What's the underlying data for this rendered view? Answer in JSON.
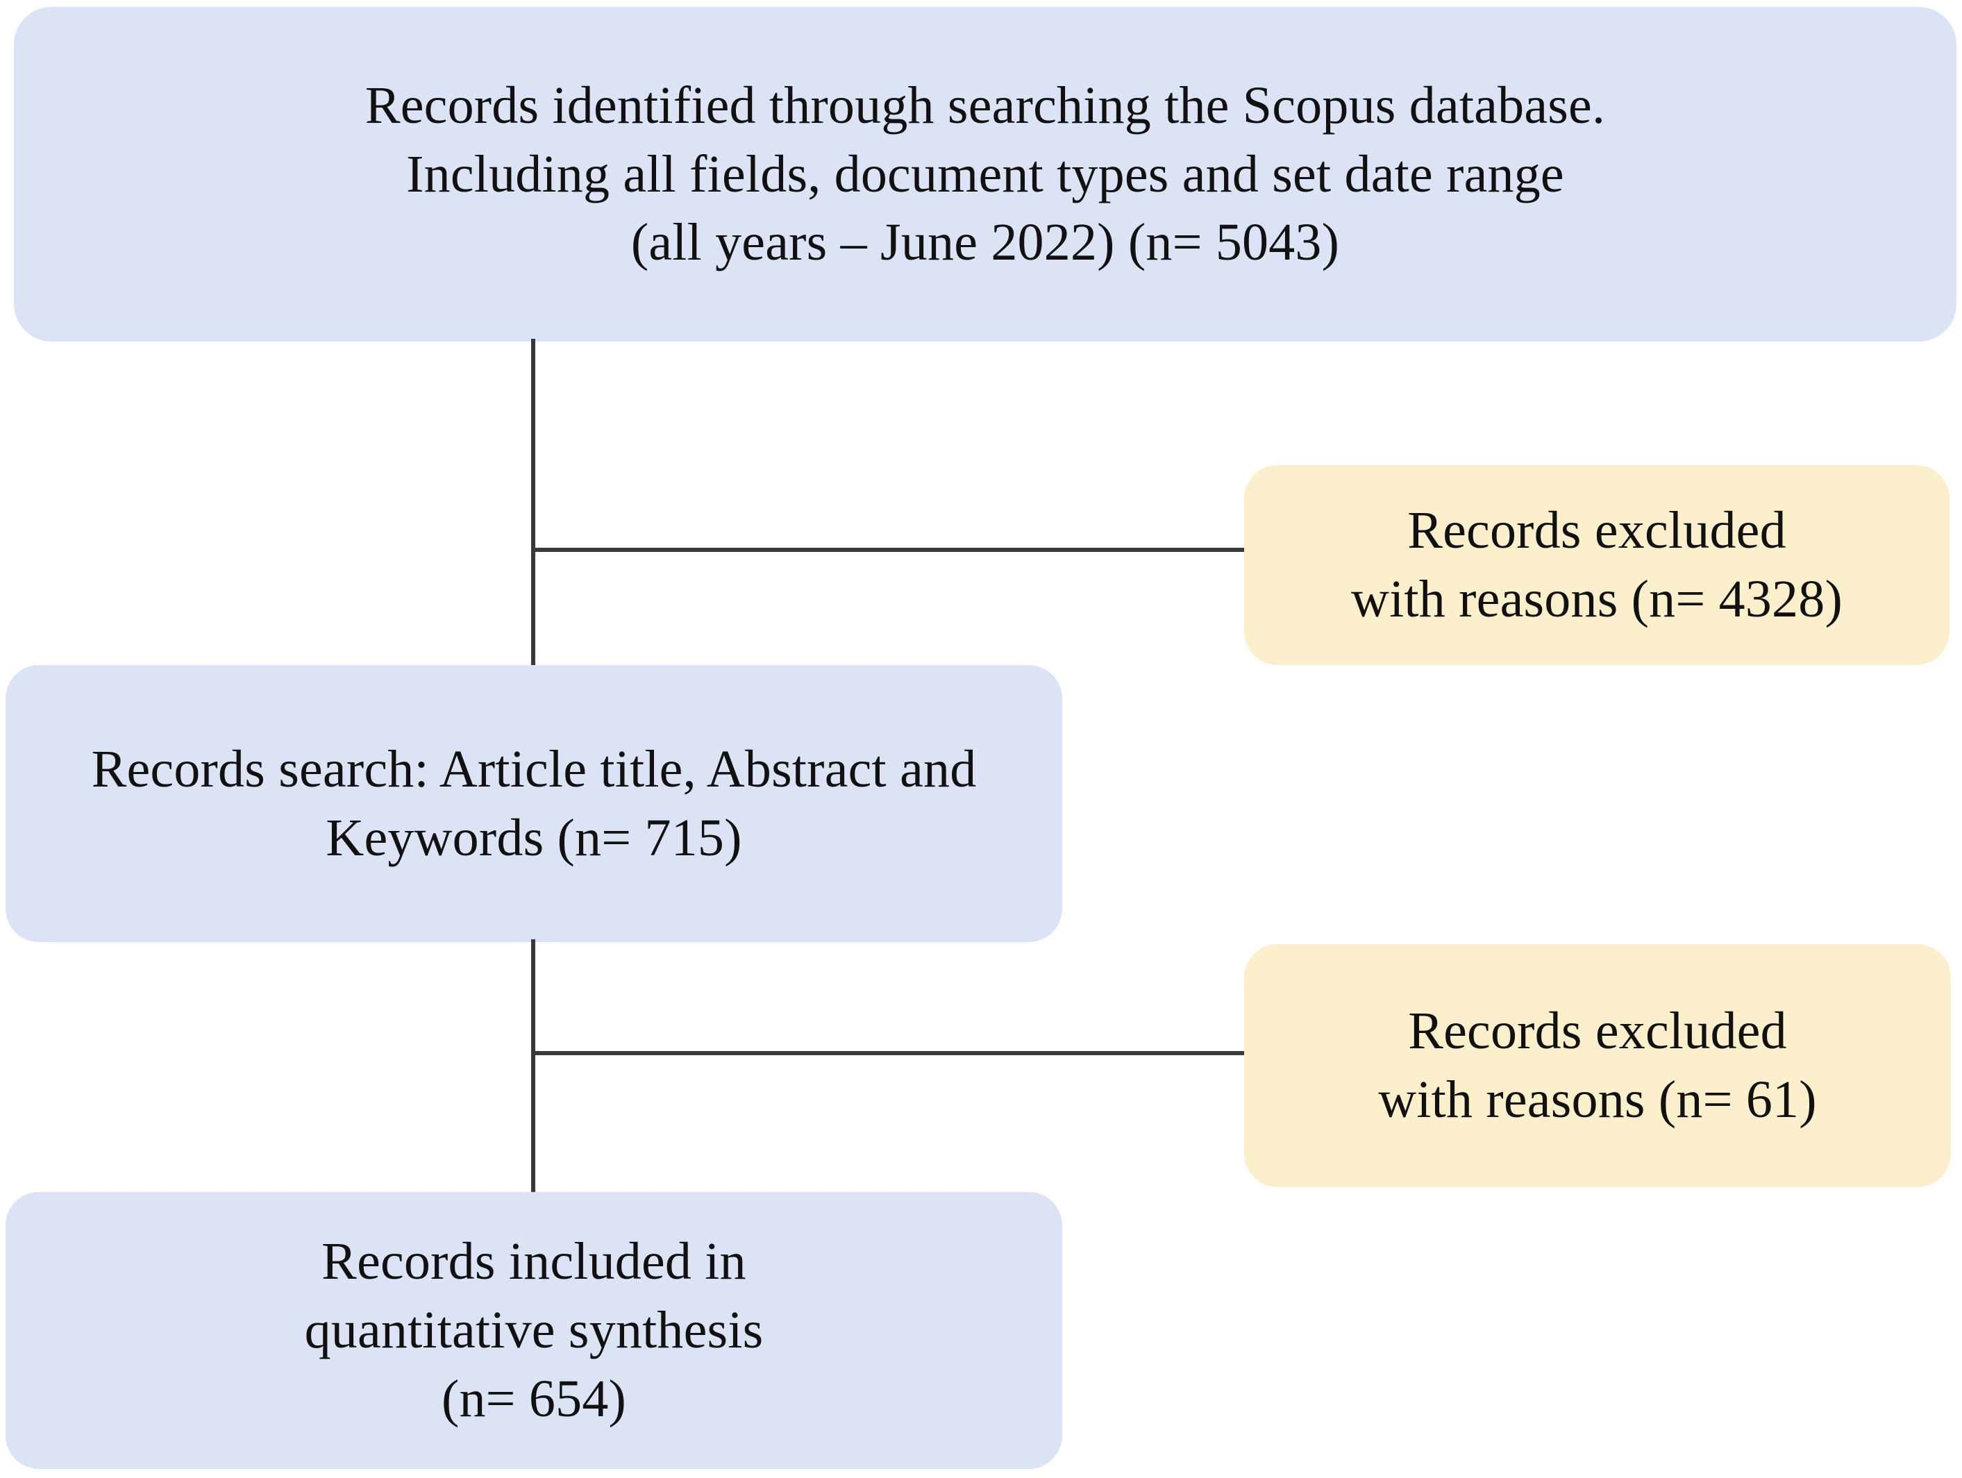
{
  "diagram": {
    "type": "prisma-flow-diagram",
    "background_color": "#ffffff",
    "palette": {
      "record_box_fill": "#dce3f5",
      "excluded_box_fill": "#fcefcc",
      "connector_color": "#3a3a3a",
      "text_color": "#111111"
    },
    "nodes": {
      "identified": {
        "id": "records-identified",
        "kind": "record-box",
        "lines": [
          "Records identified through searching the Scopus database.",
          "Including all fields, document types and set date range",
          "(all years – June 2022) (n= 5043)"
        ],
        "count": 5043,
        "date_range": "all years – June 2022"
      },
      "excluded_1": {
        "id": "records-excluded-1",
        "kind": "excluded-box",
        "lines": [
          "Records excluded",
          "with reasons (n= 4328)"
        ],
        "count": 4328
      },
      "search": {
        "id": "records-search",
        "kind": "record-box",
        "lines": [
          "Records search: Article title, Abstract and",
          "Keywords (n= 715)"
        ],
        "count": 715
      },
      "excluded_2": {
        "id": "records-excluded-2",
        "kind": "excluded-box",
        "lines": [
          "Records excluded",
          "with reasons (n= 61)"
        ],
        "count": 61
      },
      "included": {
        "id": "records-included",
        "kind": "record-box",
        "lines": [
          "Records included in",
          "quantitative synthesis",
          "(n= 654)"
        ],
        "count": 654
      }
    },
    "connectors": [
      {
        "id": "identified-to-search",
        "from": "identified",
        "to": "search",
        "style": "vertical-line"
      },
      {
        "id": "branch-to-excluded-1",
        "from": "identified",
        "to": "excluded_1",
        "style": "horizontal-line"
      },
      {
        "id": "search-to-included",
        "from": "search",
        "to": "included",
        "style": "vertical-line"
      },
      {
        "id": "branch-to-excluded-2",
        "from": "search",
        "to": "excluded_2",
        "style": "horizontal-line"
      }
    ]
  }
}
